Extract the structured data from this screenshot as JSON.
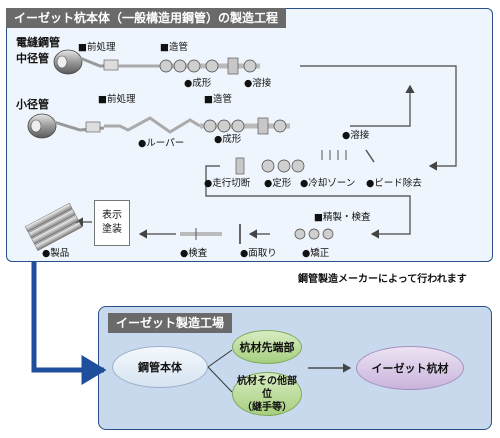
{
  "title_top": "イーゼット杭本体（一般構造用鋼管）の製造工程",
  "erw_label_1": "電縫鋼管",
  "erw_label_2": "中径管",
  "small_pipe": "小径管",
  "row1": {
    "pre": "■前処理",
    "forming": "■造管",
    "shaping": "●成形",
    "welding": "●溶接"
  },
  "row2": {
    "pre": "■前処理",
    "forming": "■造管",
    "looper": "●ルーパー",
    "shaping": "●成形",
    "welding": "●溶接"
  },
  "row3": {
    "cutting": "●走行切断",
    "sizing": "●定形",
    "cooling": "●冷却ゾーン",
    "bead": "●ビード除去"
  },
  "row4": {
    "product": "●製品",
    "display_1": "表示",
    "display_2": "塗装",
    "inspection": "●検査",
    "chamfer": "●面取り",
    "finishing": "■精製・検査",
    "straightening": "●矯正"
  },
  "note": "鋼管製造メーカーによって行われます",
  "title_bottom": "イーゼット製造工場",
  "factory": {
    "body": "鋼管本体",
    "tip": "杭材先端部",
    "other_1": "杭材その他部位",
    "other_2": "（継手等）",
    "final": "イーゼット杭材"
  }
}
